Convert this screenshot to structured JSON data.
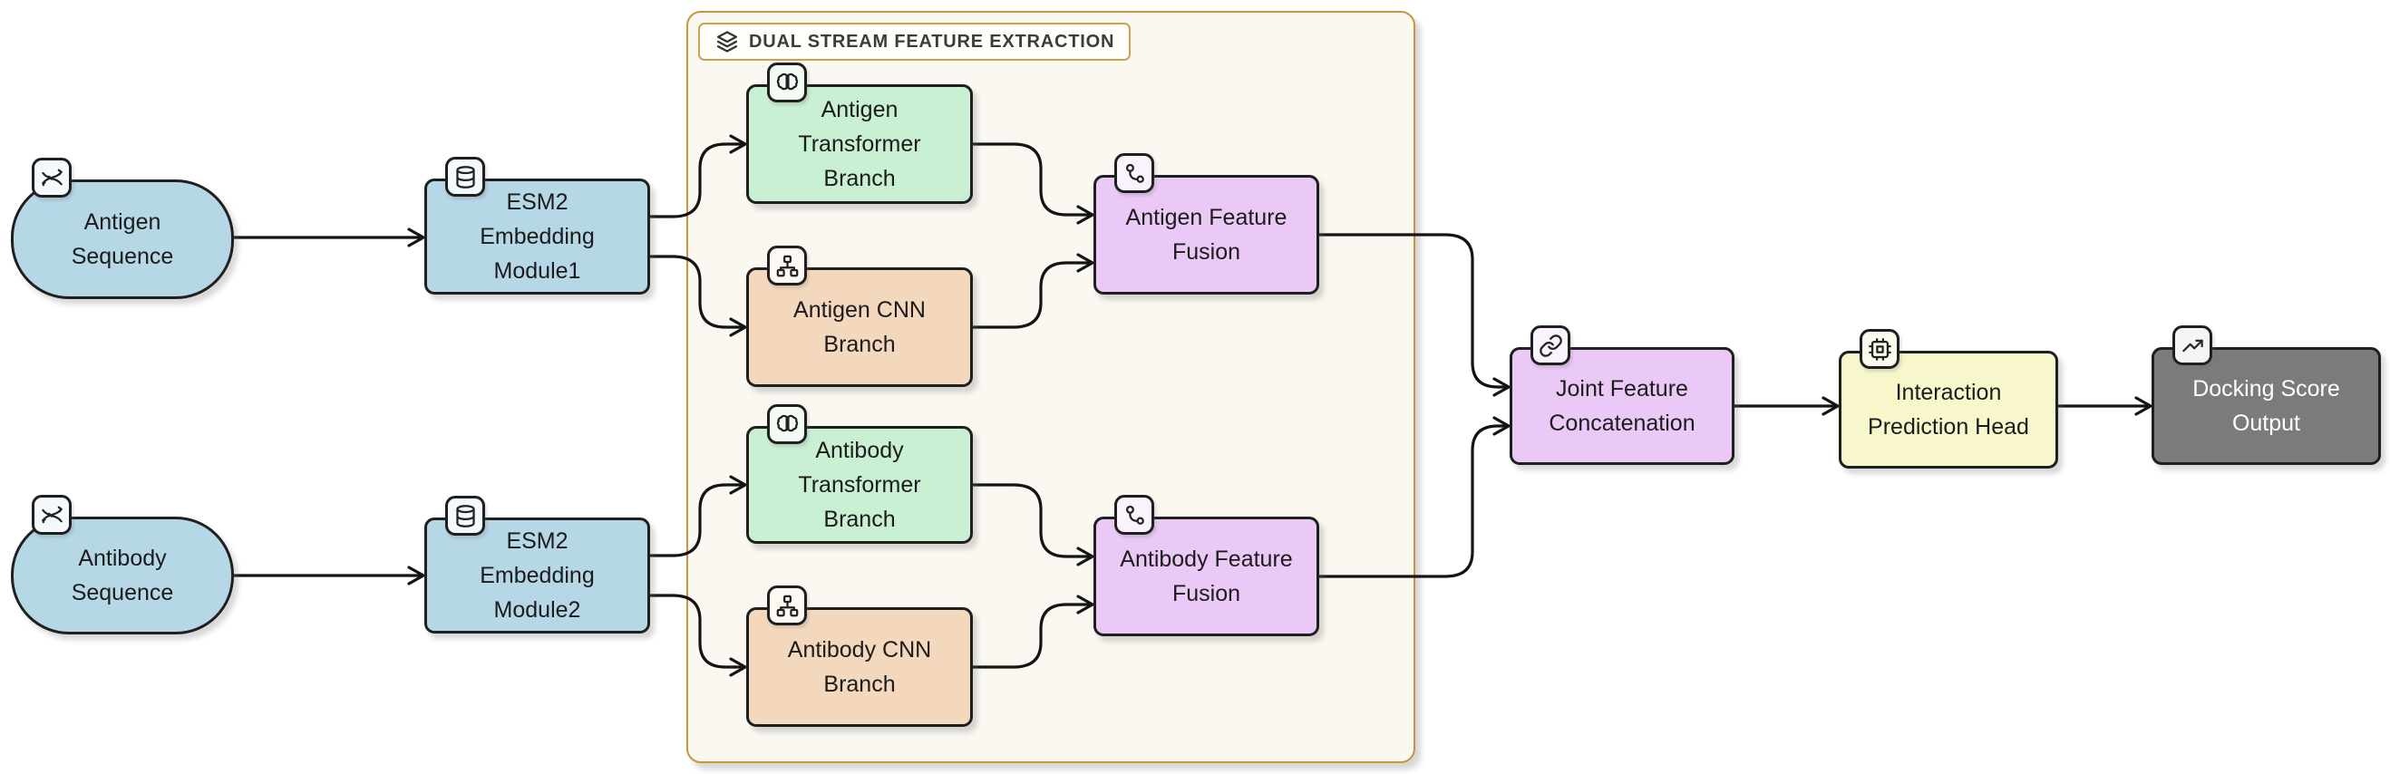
{
  "container": {
    "label": "DUAL STREAM FEATURE EXTRACTION",
    "icon": "layers-icon",
    "border_color": "#c8953f",
    "background": "#faf8f1"
  },
  "nodes": {
    "antigen_sequence": {
      "lines": [
        "Antigen",
        "Sequence"
      ],
      "icon": "dna-icon",
      "shape": "stadium",
      "color": "#b5d7e6"
    },
    "antibody_sequence": {
      "lines": [
        "Antibody",
        "Sequence"
      ],
      "icon": "dna-icon",
      "shape": "stadium",
      "color": "#b5d7e6"
    },
    "esm2_embedding_module1": {
      "lines": [
        "ESM2",
        "Embedding",
        "Module1"
      ],
      "icon": "database-icon",
      "shape": "rect",
      "color": "#b5d7e6"
    },
    "esm2_embedding_module2": {
      "lines": [
        "ESM2",
        "Embedding",
        "Module2"
      ],
      "icon": "database-icon",
      "shape": "rect",
      "color": "#b5d7e6"
    },
    "antigen_transformer_branch": {
      "lines": [
        "Antigen",
        "Transformer",
        "Branch"
      ],
      "icon": "brain-icon",
      "shape": "rect",
      "color": "#c9f0d3"
    },
    "antigen_cnn_branch": {
      "lines": [
        "Antigen CNN",
        "Branch"
      ],
      "icon": "network-icon",
      "shape": "rect",
      "color": "#f4d8bd"
    },
    "antibody_transformer_branch": {
      "lines": [
        "Antibody",
        "Transformer",
        "Branch"
      ],
      "icon": "brain-icon",
      "shape": "rect",
      "color": "#c9f0d3"
    },
    "antibody_cnn_branch": {
      "lines": [
        "Antibody CNN",
        "Branch"
      ],
      "icon": "network-icon",
      "shape": "rect",
      "color": "#f4d8bd"
    },
    "antigen_feature_fusion": {
      "lines": [
        "Antigen Feature",
        "Fusion"
      ],
      "icon": "merge-icon",
      "shape": "rect",
      "color": "#ebc9f6"
    },
    "antibody_feature_fusion": {
      "lines": [
        "Antibody Feature",
        "Fusion"
      ],
      "icon": "merge-icon",
      "shape": "rect",
      "color": "#ebc9f6"
    },
    "joint_feature_concatenation": {
      "lines": [
        "Joint Feature",
        "Concatenation"
      ],
      "icon": "link-icon",
      "shape": "rect",
      "color": "#ebc9f6"
    },
    "interaction_prediction_head": {
      "lines": [
        "Interaction",
        "Prediction Head"
      ],
      "icon": "cpu-icon",
      "shape": "rect",
      "color": "#f7f7cb"
    },
    "docking_score_output": {
      "lines": [
        "Docking Score",
        "Output"
      ],
      "icon": "trending-up-icon",
      "shape": "rect",
      "color": "#7b7b7b",
      "text_color": "#ffffff"
    }
  },
  "edges": [
    {
      "from": "antigen_sequence",
      "to": "esm2_embedding_module1"
    },
    {
      "from": "antibody_sequence",
      "to": "esm2_embedding_module2"
    },
    {
      "from": "esm2_embedding_module1",
      "to": "antigen_transformer_branch"
    },
    {
      "from": "esm2_embedding_module1",
      "to": "antigen_cnn_branch"
    },
    {
      "from": "esm2_embedding_module2",
      "to": "antibody_transformer_branch"
    },
    {
      "from": "esm2_embedding_module2",
      "to": "antibody_cnn_branch"
    },
    {
      "from": "antigen_transformer_branch",
      "to": "antigen_feature_fusion"
    },
    {
      "from": "antigen_cnn_branch",
      "to": "antigen_feature_fusion"
    },
    {
      "from": "antibody_transformer_branch",
      "to": "antibody_feature_fusion"
    },
    {
      "from": "antibody_cnn_branch",
      "to": "antibody_feature_fusion"
    },
    {
      "from": "antigen_feature_fusion",
      "to": "joint_feature_concatenation"
    },
    {
      "from": "antibody_feature_fusion",
      "to": "joint_feature_concatenation"
    },
    {
      "from": "joint_feature_concatenation",
      "to": "interaction_prediction_head"
    },
    {
      "from": "interaction_prediction_head",
      "to": "docking_score_output"
    }
  ],
  "colors": {
    "node_blue": "#b5d7e6",
    "node_green": "#c9f0d3",
    "node_tan": "#f4d8bd",
    "node_purple": "#ebc9f6",
    "node_yellow": "#f7f7cb",
    "node_gray": "#7b7b7b",
    "container_border": "#c8953f",
    "container_background": "#faf8f1",
    "edge": "#141414"
  }
}
